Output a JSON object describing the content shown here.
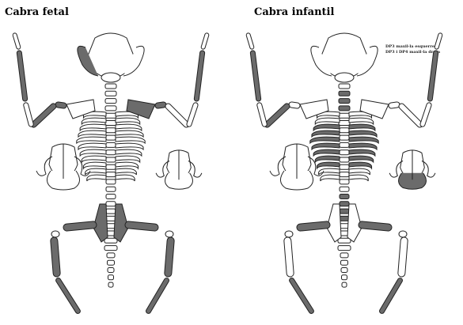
{
  "panels": [
    {
      "title": "Cabra fetal"
    },
    {
      "title": "Cabra infantil"
    }
  ],
  "annotations": [
    "DP3 maxil·la esquerre",
    "DP3 i DP4 maxil·la dreta"
  ],
  "colors": {
    "present_bone": "#6b6b6b",
    "absent_bone": "#ffffff",
    "outline": "#222222"
  }
}
